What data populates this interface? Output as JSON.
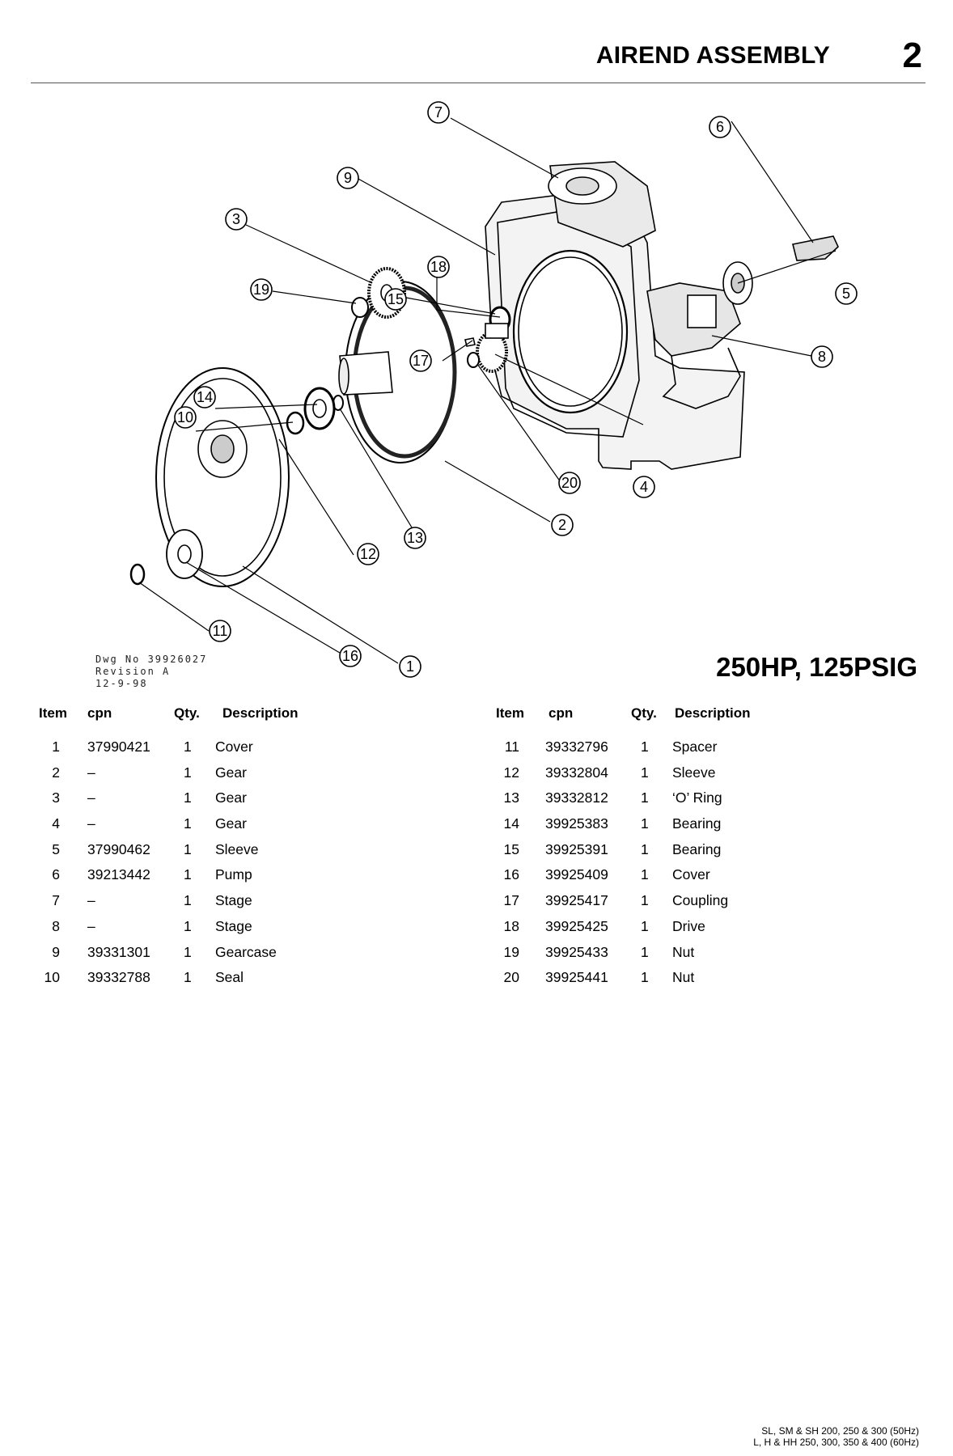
{
  "header": {
    "title": "AIREND ASSEMBLY",
    "section_number": "2"
  },
  "drawing": {
    "dwg_no": "Dwg No 39926027",
    "revision": "Revision A",
    "date": "12-9-98",
    "callouts": [
      "1",
      "2",
      "3",
      "4",
      "5",
      "6",
      "7",
      "8",
      "9",
      "10",
      "11",
      "12",
      "13",
      "14",
      "15",
      "16",
      "17",
      "18",
      "19",
      "20"
    ]
  },
  "model": "250HP, 125PSIG",
  "table": {
    "headers": {
      "item": "Item",
      "cpn": "cpn",
      "qty": "Qty.",
      "description": "Description"
    },
    "left_rows": [
      {
        "item": "1",
        "cpn": "37990421",
        "qty": "1",
        "description": "Cover"
      },
      {
        "item": "2",
        "cpn": "–",
        "qty": "1",
        "description": "Gear"
      },
      {
        "item": "3",
        "cpn": "–",
        "qty": "1",
        "description": "Gear"
      },
      {
        "item": "4",
        "cpn": "–",
        "qty": "1",
        "description": "Gear"
      },
      {
        "item": "5",
        "cpn": "37990462",
        "qty": "1",
        "description": "Sleeve"
      },
      {
        "item": "6",
        "cpn": "39213442",
        "qty": "1",
        "description": "Pump"
      },
      {
        "item": "7",
        "cpn": "–",
        "qty": "1",
        "description": "Stage"
      },
      {
        "item": "8",
        "cpn": "–",
        "qty": "1",
        "description": "Stage"
      },
      {
        "item": "9",
        "cpn": "39331301",
        "qty": "1",
        "description": "Gearcase"
      },
      {
        "item": "10",
        "cpn": "39332788",
        "qty": "1",
        "description": "Seal"
      }
    ],
    "right_rows": [
      {
        "item": "11",
        "cpn": "39332796",
        "qty": "1",
        "description": "Spacer"
      },
      {
        "item": "12",
        "cpn": "39332804",
        "qty": "1",
        "description": "Sleeve"
      },
      {
        "item": "13",
        "cpn": "39332812",
        "qty": "1",
        "description": "‘O’ Ring"
      },
      {
        "item": "14",
        "cpn": "39925383",
        "qty": "1",
        "description": "Bearing"
      },
      {
        "item": "15",
        "cpn": "39925391",
        "qty": "1",
        "description": "Bearing"
      },
      {
        "item": "16",
        "cpn": "39925409",
        "qty": "1",
        "description": "Cover"
      },
      {
        "item": "17",
        "cpn": "39925417",
        "qty": "1",
        "description": "Coupling"
      },
      {
        "item": "18",
        "cpn": "39925425",
        "qty": "1",
        "description": "Drive"
      },
      {
        "item": "19",
        "cpn": "39925433",
        "qty": "1",
        "description": "Nut"
      },
      {
        "item": "20",
        "cpn": "39925441",
        "qty": "1",
        "description": "Nut"
      }
    ]
  },
  "footer": {
    "line1": "SL, SM & SH 200, 250 & 300 (50Hz)",
    "line2": "L, H & HH 250, 300, 350 & 400 (60Hz)"
  }
}
